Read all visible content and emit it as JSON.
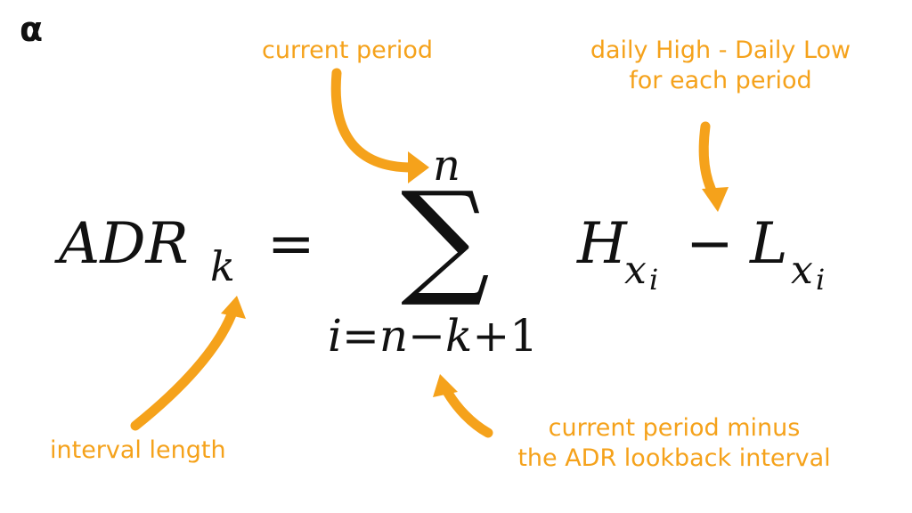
{
  "logo": {
    "glyph": "α"
  },
  "formula": {
    "lhs_main": "ADR",
    "lhs_sub": "k",
    "equals": "=",
    "sum_symbol": "∑",
    "upper_limit": "n",
    "lower_limit_i": "i",
    "lower_limit_eq": "=",
    "lower_limit_n": "n",
    "lower_limit_minus": "−",
    "lower_limit_k": "k",
    "lower_limit_plus_one": "+1",
    "term_h": "H",
    "term_h_sub": "x",
    "term_h_subsub": "i",
    "minus": "−",
    "term_l": "L",
    "term_l_sub": "x",
    "term_l_subsub": "i"
  },
  "annotations": {
    "current_period": "current period",
    "daily_range_line1": "daily High - Daily Low",
    "daily_range_line2": "for each period",
    "interval_length": "interval length",
    "lookback_line1": "current period minus",
    "lookback_line2": "the ADR lookback interval"
  },
  "colors": {
    "annotation": "#f5a21b",
    "formula": "#111111"
  }
}
